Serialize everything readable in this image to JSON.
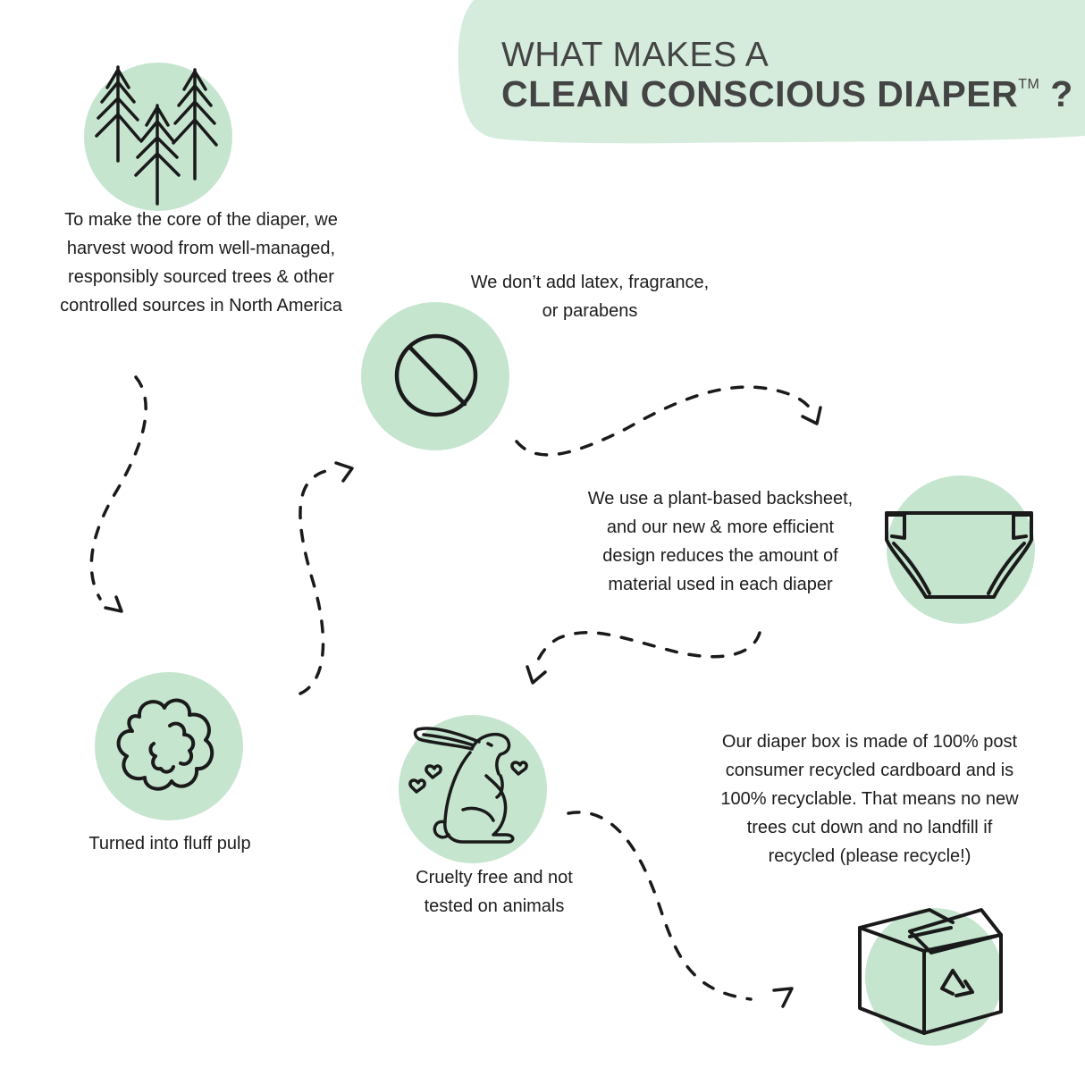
{
  "header": {
    "title_line1": "WHAT MAKES A",
    "title_line2": "CLEAN CONSCIOUS DIAPER",
    "trademark": "TM",
    "question_mark": "?"
  },
  "colors": {
    "circle_green": "#c5e5cf",
    "header_blob": "#d5ecdd",
    "title_text": "#444444",
    "body_text": "#1c1c1c",
    "ink": "#1a1a1a"
  },
  "steps": [
    {
      "icon": "pine-trees-icon",
      "lines": [
        "To make the core of the diaper, we",
        "harvest wood from well-managed,",
        "responsibly sourced trees & other",
        "controlled sources in North America"
      ]
    },
    {
      "icon": "fluff-pulp-cloud-icon",
      "lines": [
        "Turned into fluff pulp"
      ]
    },
    {
      "icon": "no-symbol-icon",
      "lines": [
        "We don’t add latex, fragrance,",
        "or parabens"
      ]
    },
    {
      "icon": "diaper-icon",
      "lines": [
        "We use a plant-based backsheet,",
        "and our new & more efficient",
        "design reduces the amount of",
        "material used in each diaper"
      ]
    },
    {
      "icon": "bunny-hearts-icon",
      "lines": [
        "Cruelty free and not",
        "tested on animals"
      ]
    },
    {
      "icon": "recycled-box-icon",
      "lines": [
        "Our diaper box is made of 100% post",
        "consumer recycled cardboard and is",
        "100% recyclable. That means no new",
        "trees cut down and no landfill if",
        "recycled (please recycle!)"
      ]
    }
  ]
}
